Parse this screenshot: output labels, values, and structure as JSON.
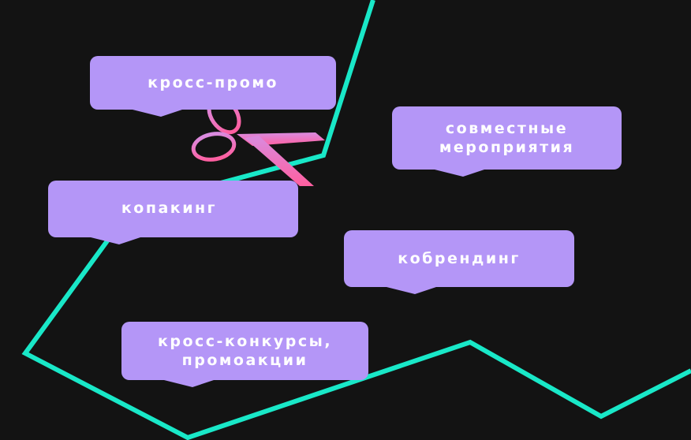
{
  "labels": {
    "cross_promo": "кросс-промо",
    "joint_events": "совместные мероприятия",
    "copacking": "копакинг",
    "cobranding": "кобрендинг",
    "cross_contests": "кросс-конкурсы, промоакции"
  },
  "colors": {
    "background": "#131313",
    "bubble": "#b496f7",
    "line": "#19e8c8",
    "scissors": "#f06aa8"
  }
}
